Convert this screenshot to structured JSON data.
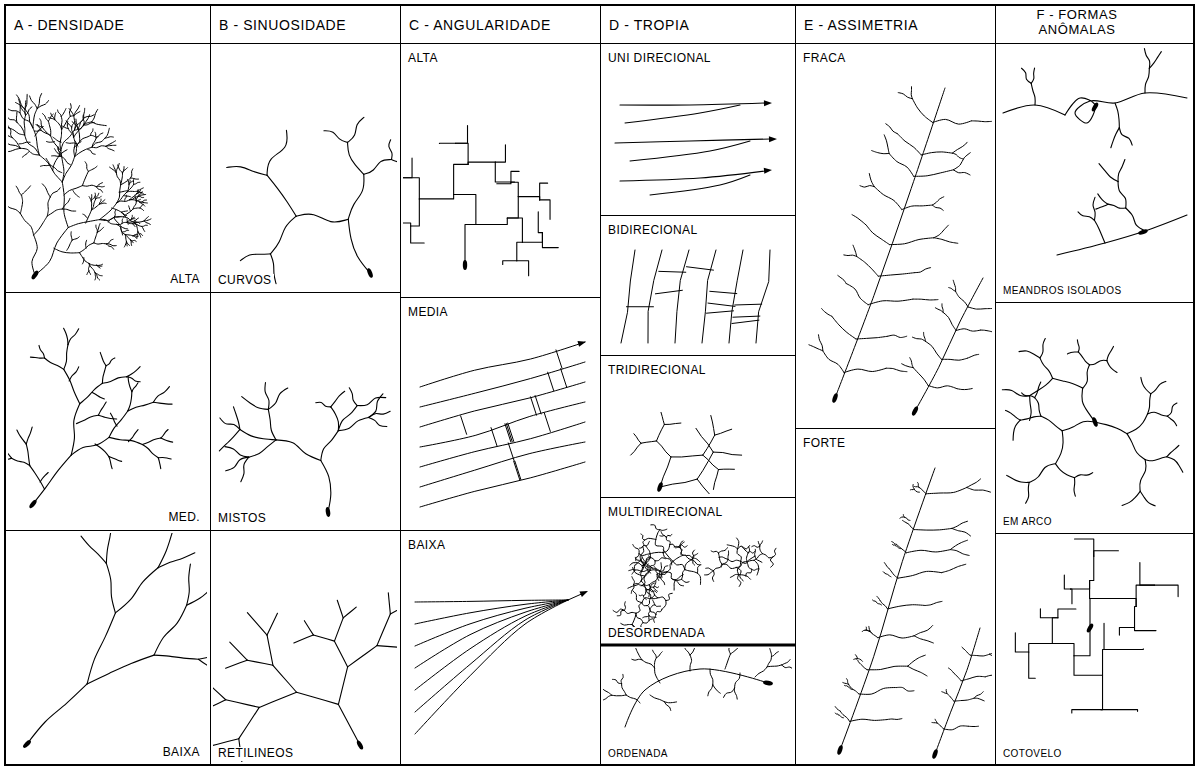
{
  "diagram": {
    "nodes": [
      {
        "text": [
          "A - DENSIDADE"
        ]
      },
      {
        "text": [
          "B - SINUOSIDADE"
        ]
      },
      {
        "text": [
          "C - ANGULARIDADE"
        ]
      },
      {
        "text": [
          "D - TROPIA"
        ]
      },
      {
        "text": [
          "E - ASSIMETRIA"
        ]
      },
      {
        "text": [
          "F - FORMAS ANÔMALAS"
        ]
      },
      {
        "text": [
          "ALTA"
        ]
      },
      {
        "text": [
          "MED."
        ]
      },
      {
        "text": [
          "BAIXA"
        ]
      },
      {
        "text": [
          "CURVOS"
        ]
      },
      {
        "text": [
          "MISTOS"
        ]
      },
      {
        "text": [
          "RETILINEOS"
        ]
      },
      {
        "text": [
          "ALTA"
        ]
      },
      {
        "text": [
          "MEDIA"
        ]
      },
      {
        "text": [
          "BAIXA"
        ]
      },
      {
        "text": [
          "UNI DIRECIONAL"
        ]
      },
      {
        "text": [
          "BIDIRECIONAL"
        ]
      },
      {
        "text": [
          "TRIDIRECIONAL"
        ]
      },
      {
        "text": [
          "MULTIDIRECIONAL",
          "DESORDENADA"
        ]
      },
      {
        "text": [
          "ORDENADA"
        ]
      },
      {
        "text": [
          "FRACA"
        ]
      },
      {
        "text": [
          "FORTE"
        ]
      },
      {
        "text": [
          "MEANDROS ISOLADOS"
        ]
      },
      {
        "text": [
          "EM ARCO"
        ]
      },
      {
        "text": [
          "COTOVELO"
        ]
      }
    ]
  }
}
